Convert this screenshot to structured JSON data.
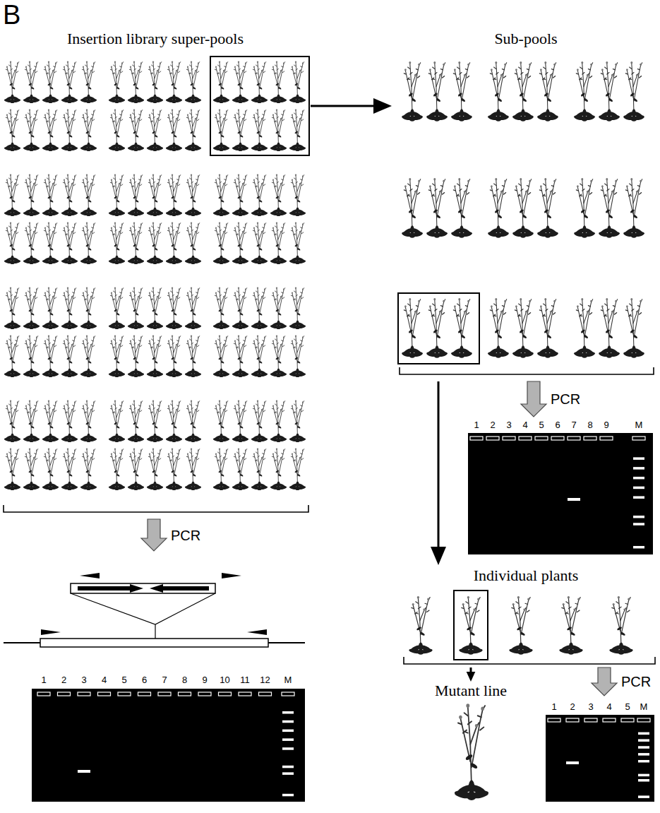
{
  "diagram": {
    "nodes": [
      {
        "text": [
          "Insertion library super-pools"
        ]
      },
      {
        "text": [
          "Sub-pools"
        ]
      },
      {
        "text": [
          "1",
          "2",
          "3",
          "4",
          "5",
          "6",
          "7",
          "8",
          "9",
          "10",
          "11",
          "12",
          "M"
        ]
      },
      {
        "text": [
          "1",
          "2",
          "3",
          "4",
          "5",
          "6",
          "7",
          "8",
          "9",
          "M"
        ]
      },
      {
        "text": [
          "Individual plants"
        ]
      },
      {
        "text": [
          "Mutant line"
        ]
      },
      {
        "text": [
          "1",
          "2",
          "3",
          "4",
          "5",
          "M"
        ]
      }
    ],
    "edges": [
      {
        "from": 0,
        "to": 1,
        "arrow": "to"
      },
      {
        "from": 0,
        "to": 2,
        "arrow": "to",
        "label": "PCR"
      },
      {
        "from": 1,
        "to": 3,
        "arrow": "to",
        "label": "PCR"
      },
      {
        "from": 1,
        "to": 4,
        "arrow": "to"
      },
      {
        "from": 4,
        "to": 6,
        "arrow": "to",
        "label": "PCR"
      },
      {
        "from": 4,
        "to": 5,
        "arrow": "to"
      }
    ],
    "labels": [
      "B"
    ]
  }
}
